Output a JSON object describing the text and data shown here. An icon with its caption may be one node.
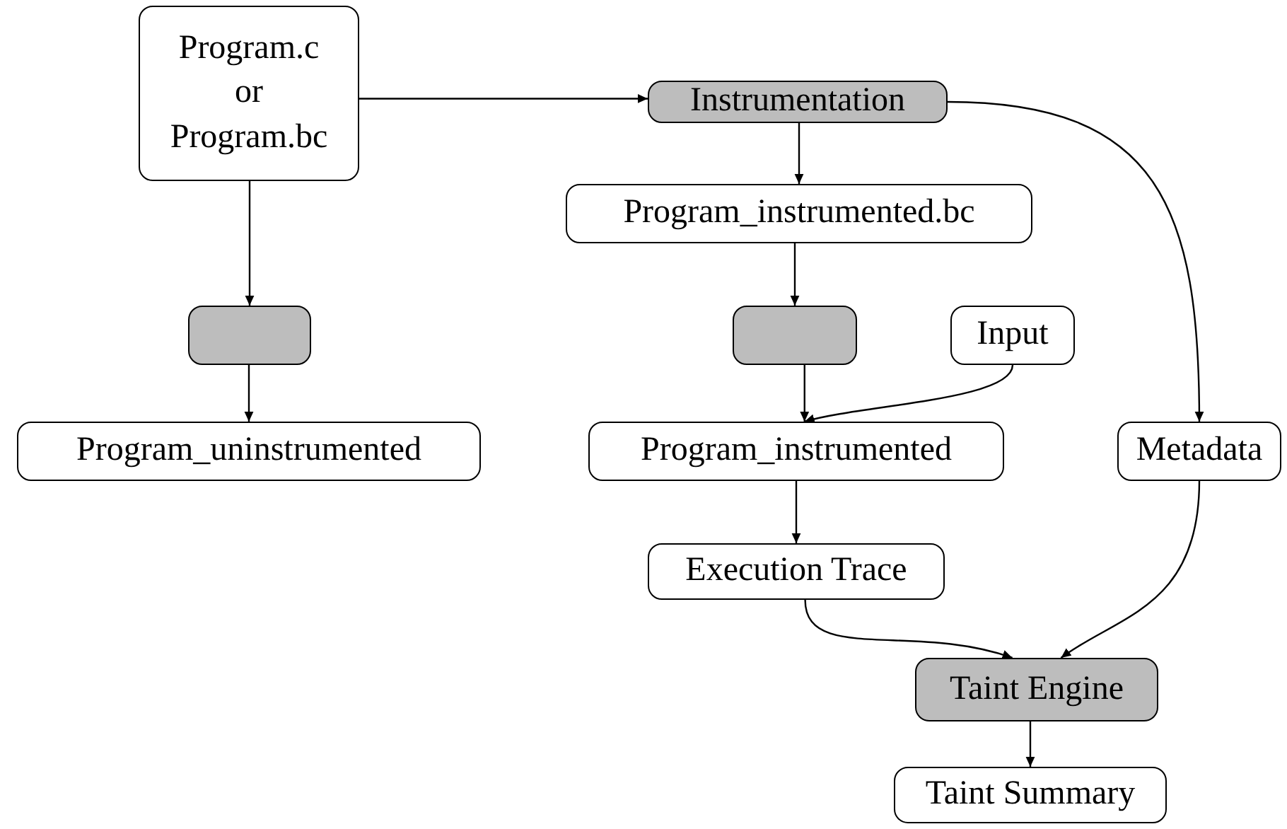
{
  "diagram": {
    "nodes": [
      {
        "text": [
          "Program.c or Program.bc"
        ]
      },
      {
        "text": [
          "Instrumentation"
        ]
      },
      {
        "text": [],
        "shape": "box"
      },
      {
        "text": [
          "Program_uninstrumented"
        ]
      },
      {
        "text": [
          "Program_instrumented.bc"
        ]
      },
      {
        "text": [],
        "shape": "box"
      },
      {
        "text": [
          "Input"
        ]
      },
      {
        "text": [
          "Program_instrumented"
        ]
      },
      {
        "text": [
          "Metadata"
        ]
      },
      {
        "text": [
          "Execution Trace"
        ]
      },
      {
        "text": [
          "Taint Engine"
        ]
      },
      {
        "text": [
          "Taint Summary"
        ]
      }
    ],
    "edges": [
      {
        "from": 0,
        "to": 1,
        "arrow": "to"
      },
      {
        "from": 1,
        "to": 4,
        "arrow": "to"
      },
      {
        "from": 1,
        "to": 8,
        "arrow": "to"
      },
      {
        "from": 0,
        "to": 2,
        "arrow": "to"
      },
      {
        "from": 2,
        "to": 3,
        "arrow": "to"
      },
      {
        "from": 4,
        "to": 5,
        "arrow": "to"
      },
      {
        "from": 5,
        "to": 7,
        "arrow": "to"
      },
      {
        "from": 6,
        "to": 7,
        "arrow": "to"
      },
      {
        "from": 7,
        "to": 9,
        "arrow": "to"
      },
      {
        "from": 9,
        "to": 10,
        "arrow": "to"
      },
      {
        "from": 8,
        "to": 10,
        "arrow": "to"
      },
      {
        "from": 10,
        "to": 11,
        "arrow": "to"
      }
    ]
  }
}
